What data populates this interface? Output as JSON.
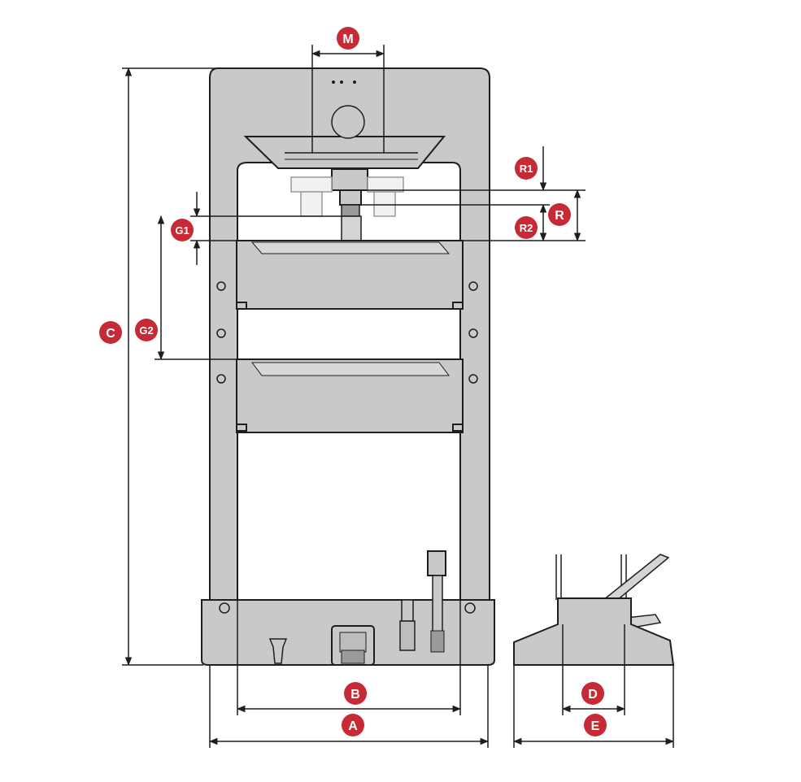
{
  "colors": {
    "frame_fill": "#c9c9c9",
    "frame_stroke": "#1e1e1e",
    "ghost_fill": "#f1f1f1",
    "ghost_stroke": "#9a9a9a",
    "badge_fill": "#c62a35",
    "badge_text": "#ffffff",
    "dim_line": "#1e1e1e"
  },
  "labels": {
    "M": "M",
    "C": "C",
    "R1": "R1",
    "R": "R",
    "R2": "R2",
    "G1": "G1",
    "G2": "G2",
    "B": "B",
    "A": "A",
    "D": "D",
    "E": "E"
  }
}
